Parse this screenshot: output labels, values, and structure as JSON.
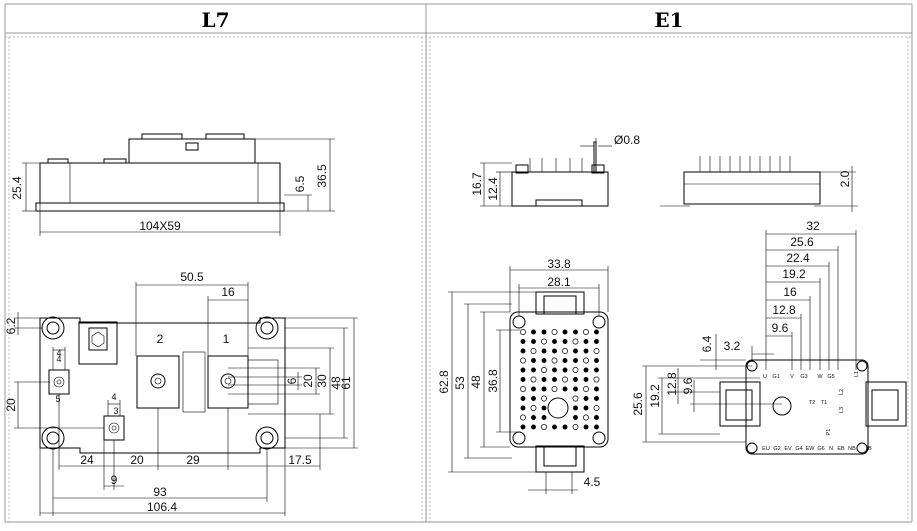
{
  "headers": {
    "left": "L7",
    "right": "E1"
  },
  "l7": {
    "side": {
      "height_total": "36.5",
      "height_body": "25.4",
      "height_base": "6.5",
      "footprint": "104X59"
    },
    "top": {
      "d50_5": "50.5",
      "d16": "16",
      "d6_2": "6.2",
      "d20_left": "20",
      "d20_r": "20",
      "d6_r": "6",
      "d30": "30",
      "d48": "48",
      "d61": "61",
      "d24": "24",
      "d20_b": "20",
      "d29": "29",
      "d17_5": "17.5",
      "d9": "9",
      "d93": "93",
      "d106_4": "106.4",
      "d4a": "4",
      "d4b": "4",
      "term1": "1",
      "term2": "2",
      "pin3": "3",
      "pin4": "4",
      "pin5": "5"
    }
  },
  "e1": {
    "side": {
      "d16_7": "16.7",
      "d12_4": "12.4",
      "d0_8": "Ø0.8",
      "d2_0": "2.0"
    },
    "front": {
      "d33_8": "33.8",
      "d28_1": "28.1",
      "d62_8": "62.8",
      "d53": "53",
      "d48": "48",
      "d36_8": "36.8",
      "d4_5": "4.5"
    },
    "pinout": {
      "d32": "32",
      "d25_6": "25.6",
      "d22_4": "22.4",
      "d19_2": "19.2",
      "d16": "16",
      "d12_8": "12.8",
      "d9_6": "9.6",
      "d3_2": "3.2",
      "d6_4": "6.4",
      "v9_6": "9.6",
      "v12_8": "12.8",
      "v19_2": "19.2",
      "v25_6": "25.6",
      "top_pins": [
        "U",
        "G1",
        "V",
        "G3",
        "W",
        "G5"
      ],
      "bottom_pins": [
        "EU",
        "G2",
        "EV",
        "G4",
        "EW",
        "G6",
        "N",
        "EB",
        "NB"
      ],
      "side_pins": [
        "L1",
        "L2",
        "T2",
        "T1",
        "L3",
        "P1",
        "B"
      ]
    }
  }
}
